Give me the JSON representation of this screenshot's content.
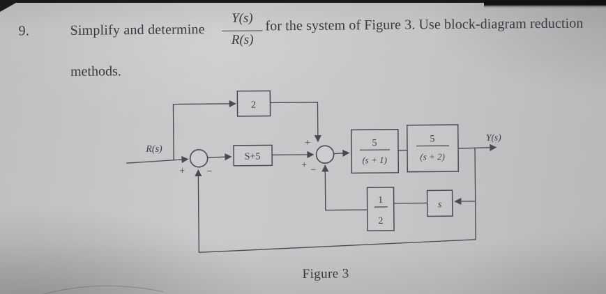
{
  "problem": {
    "number": "9.",
    "statement_start": "Simplify and determine",
    "ratio": {
      "numerator": "Y(s)",
      "denominator": "R(s)"
    },
    "statement_end": "for the system of Figure 3. Use block-diagram reduction",
    "statement_line2": "methods."
  },
  "figure": {
    "caption": "Figure 3",
    "input_label": "R(s)",
    "output_label": "Y(s)",
    "blocks": {
      "feedforward_gain": "2",
      "series_gain": "S+5",
      "plant1_numerator": "5",
      "plant1_denominator": "(s + 1)",
      "plant2_numerator": "5",
      "plant2_denominator": "(s + 2)",
      "feedback_gain_numerator": "1",
      "feedback_gain_denominator": "2",
      "feedback_derivative": "s"
    },
    "signs": {
      "sum1_input_plus": "+",
      "sum1_feedback_minus": "−",
      "sum2_top_plus": "+",
      "sum2_left_plus": "+",
      "sum2_bottom_minus": "−"
    }
  },
  "colors": {
    "paper": "#c5c4c6",
    "ink": "#3b393d",
    "diagram_line": "#4b4a50"
  }
}
